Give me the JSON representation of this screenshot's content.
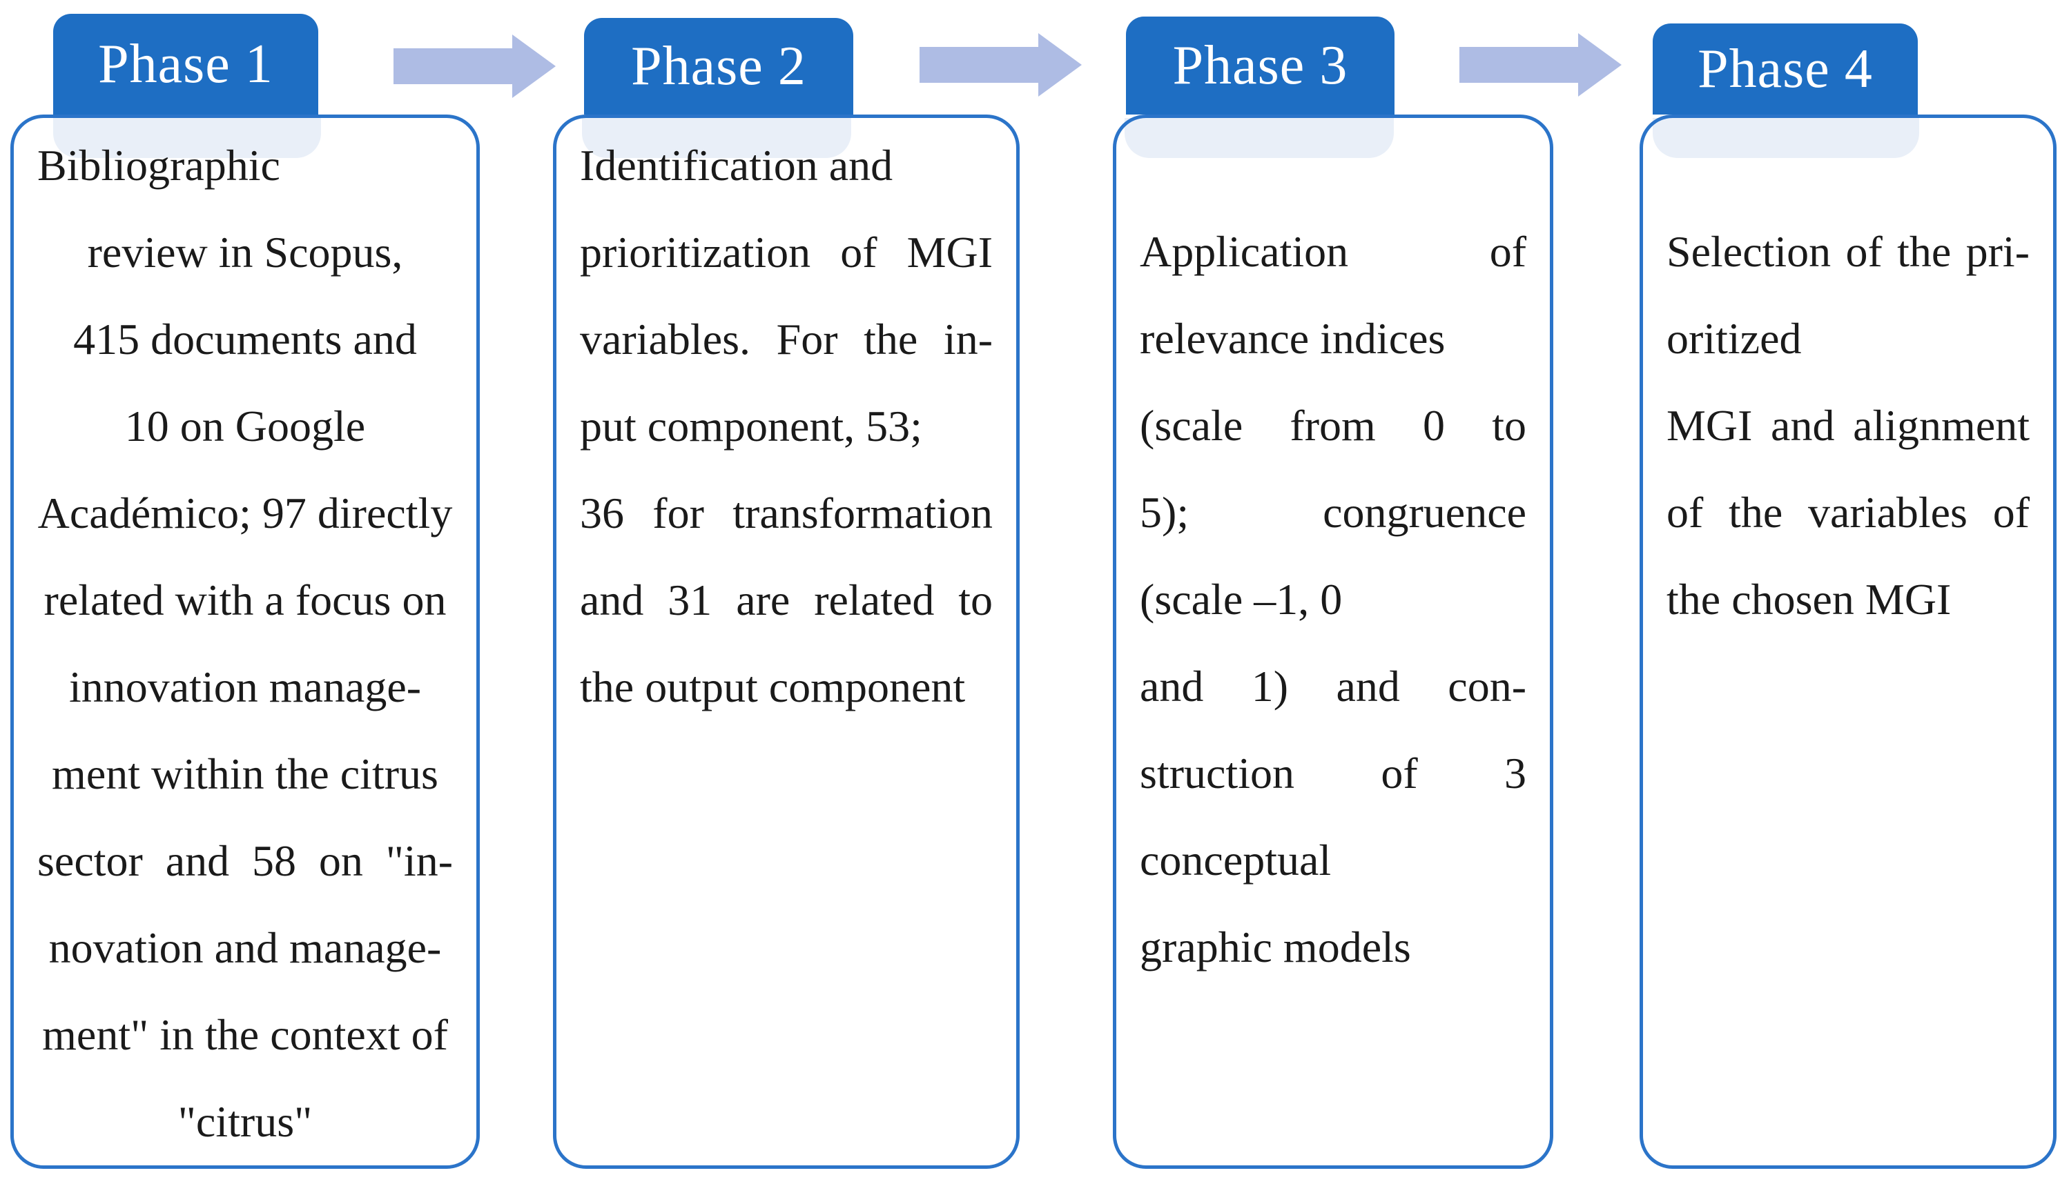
{
  "figure": {
    "type": "process-flow-diagram",
    "background": "#FFFFFF",
    "colors": {
      "header_fill": "#1E6EC3",
      "header_text": "#FFFFFF",
      "box_border": "#2B74C9",
      "ghost_fill": "#E9EFF8",
      "arrow_fill": "#AEBCE4",
      "body_text": "#1A1A1A"
    },
    "arrows": [
      {
        "name": "arrow-1",
        "direction": "right"
      },
      {
        "name": "arrow-2",
        "direction": "right"
      },
      {
        "name": "arrow-3",
        "direction": "right"
      }
    ],
    "phases": [
      {
        "label": "Phase 1",
        "lines": [
          "Bibliographic",
          "review in Scopus,",
          "415 documents and",
          "10 on Google",
          "Académico; 97 directly",
          "related with a focus on",
          "innovation manage-",
          "ment within the citrus",
          "sector and 58 on \"in-",
          "novation and manage-",
          "ment\" in the context of",
          "\"citrus\""
        ]
      },
      {
        "label": "Phase 2",
        "lines": [
          "Identification and",
          "prioritization of MGI",
          "variables. For the in-",
          "put component, 53;",
          "36 for transformation",
          "and 31 are related to",
          "the output component"
        ]
      },
      {
        "label": "Phase 3",
        "lines": [
          "Application of",
          "relevance indices",
          "(scale from 0 to",
          "5); congruence",
          "(scale –1, 0",
          "and 1) and con-",
          "struction of 3",
          "conceptual",
          "graphic models"
        ]
      },
      {
        "label": "Phase 4",
        "lines": [
          "Selection of the pri-",
          "oritized",
          "MGI and alignment",
          "of the variables of",
          "the chosen MGI"
        ]
      }
    ]
  }
}
